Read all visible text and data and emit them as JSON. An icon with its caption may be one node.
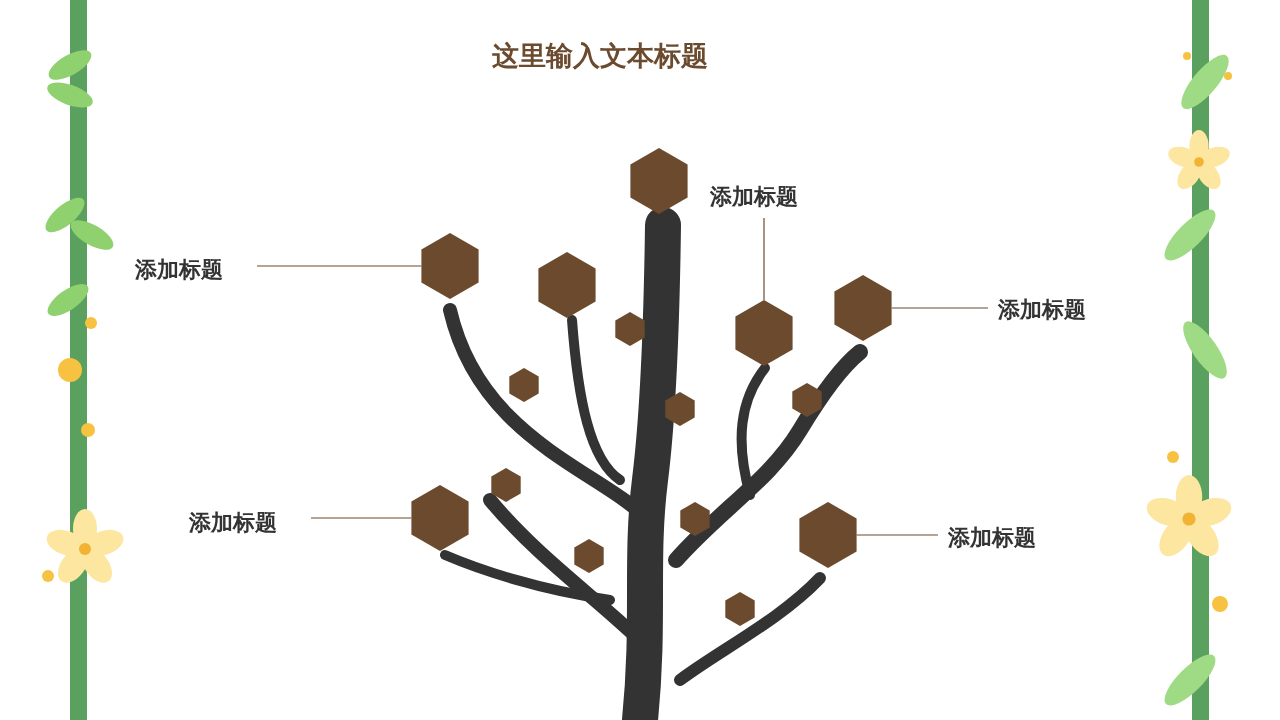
{
  "diagram": {
    "title": "这里输入文本标题",
    "nodes": [
      {
        "text": [
          "添加标题"
        ]
      },
      {
        "text": [],
        "shape": "hexagon"
      },
      {
        "text": [
          "添加标题"
        ]
      },
      {
        "text": [],
        "shape": "hexagon"
      },
      {
        "text": [
          "添加标题"
        ]
      },
      {
        "text": [],
        "shape": "hexagon"
      },
      {
        "text": [
          "添加标题"
        ]
      },
      {
        "text": [],
        "shape": "hexagon"
      },
      {
        "text": [
          "添加标题"
        ]
      },
      {
        "text": [],
        "shape": "hexagon"
      }
    ],
    "edges": [
      {
        "from": 0,
        "to": 1,
        "arrow": "none"
      },
      {
        "from": 2,
        "to": 3,
        "arrow": "none"
      },
      {
        "from": 4,
        "to": 5,
        "arrow": "none"
      },
      {
        "from": 6,
        "to": 7,
        "arrow": "none"
      },
      {
        "from": 8,
        "to": 9,
        "arrow": "none"
      }
    ]
  }
}
